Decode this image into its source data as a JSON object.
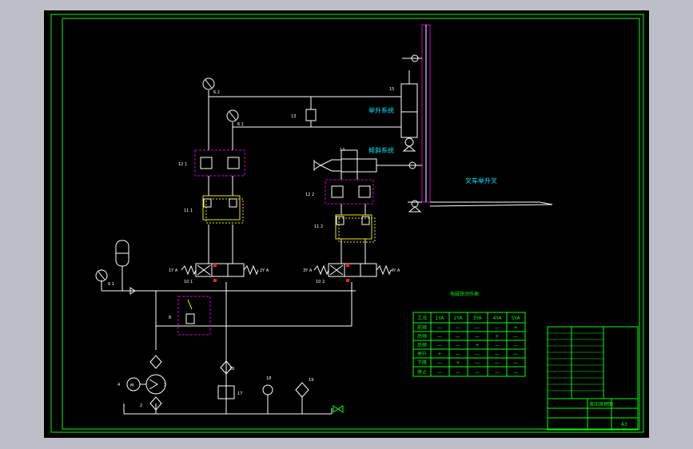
{
  "labels": {
    "lift_system": "举升系统",
    "tilt_system": "倾斜系统",
    "forklift_fork": "叉车举升叉",
    "solenoid_table_title": "电磁铁动作表"
  },
  "components": {
    "c11_1": "11 1",
    "c11_2": "11 2",
    "c12_1": "12 1",
    "c12_2": "12 2",
    "c10_1": "10 1",
    "c10_2": "10 2",
    "c13": "13",
    "c14": "14",
    "c15": "15",
    "c16": "16",
    "c17": "17",
    "c18": "18",
    "c19": "19",
    "s1ya": "1Y A",
    "s2ya": "2Y A",
    "s3ya": "3Y A",
    "s4ya": "4Y A"
  },
  "solenoid_table": {
    "headers": [
      "工况",
      "1YA",
      "2YA",
      "3YA",
      "4YA",
      "5YA"
    ],
    "rows": [
      [
        "前倾",
        "—",
        "—",
        "—",
        "—",
        "+"
      ],
      [
        "后倾",
        "—",
        "—",
        "—",
        "+",
        "—"
      ],
      [
        "后倾",
        "—",
        "—",
        "+",
        "—",
        "—"
      ],
      [
        "举升",
        "+",
        "—",
        "—",
        "—",
        "—"
      ],
      [
        "下降",
        "—",
        "+",
        "—",
        "—",
        "—"
      ],
      [
        "停止",
        "—",
        "—",
        "—",
        "—",
        "—"
      ]
    ]
  },
  "title_block": {
    "drawing_name": "液压原理图",
    "sheet": "A3"
  }
}
